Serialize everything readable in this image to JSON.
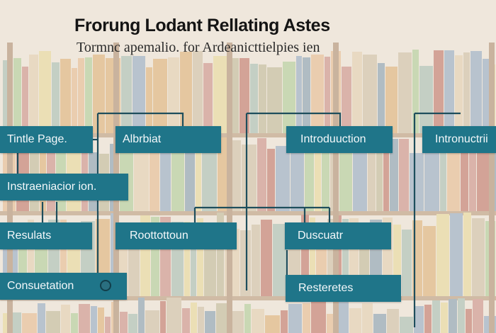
{
  "title": "Frorung Lodant Rellating Astes",
  "subtitle": "Tormnc apemalio. for Ardeanicttielpies ien",
  "nodes": {
    "title_page": "Tintle Page.",
    "albrbiat": "Albrbiat",
    "introduction": "Introduuction",
    "introductri": "Intronuctrii",
    "instraeniacion": "Instraeniacior ion.",
    "results": "Resulats",
    "roottottoun": "Roottottoun",
    "duscuatr": "Duscuatr",
    "consutation": "Consuetation",
    "resteretes": "Resteretes"
  },
  "colors": {
    "node_fill": "#1f7589",
    "node_text": "#f4f8fa",
    "connector": "#1e4e5c",
    "background": "#ece3d6"
  }
}
